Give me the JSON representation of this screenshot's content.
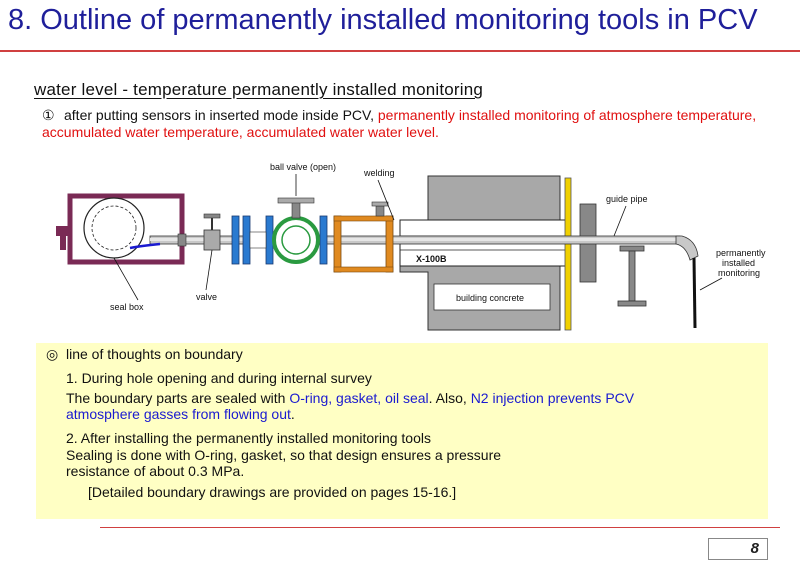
{
  "title": "8. Outline of permanently installed monitoring tools in PCV",
  "subtitle": "water level - temperature permanently installed monitoring",
  "intro": {
    "number": "①",
    "text": "after putting sensors in inserted mode inside PCV, ",
    "highlight": "permanently installed monitoring of atmosphere temperature, accumulated water temperature, accumulated water water level."
  },
  "diagram_labels": {
    "ball_valve": "ball valve (open)",
    "welding": "welding",
    "guide_pipe": "guide pipe",
    "penetration": "X-100B",
    "concrete": "building concrete",
    "seal_box": "seal box",
    "valve": "valve",
    "monitoring_1": "permanently",
    "monitoring_2": "installed",
    "monitoring_3": "monitoring"
  },
  "notes": {
    "bullet": "◎",
    "heading": "line of thoughts on boundary",
    "item1_title": "1. During hole opening and during internal survey",
    "item1_a": "The boundary parts are sealed with ",
    "item1_b": "O-ring, gasket, oil seal",
    "item1_c": ". Also, ",
    "item1_d": "N2 injection prevents PCV",
    "item1_e": "atmosphere gasses from flowing out",
    "item1_f": ".",
    "item2_title": "2. After installing the permanently installed monitoring tools",
    "item2_a": "Sealing is done with O-ring, gasket, so that design ensures a pressure",
    "item2_b": "resistance of about 0.3 MPa",
    "item2_c": ".",
    "reference": "[Detailed boundary drawings are provided on pages 15-16.]"
  },
  "page_number": "8",
  "colors": {
    "title": "#1f1f9a",
    "red_text": "#e01010",
    "blue_text": "#1a1ad0",
    "note_bg": "#ffffc4",
    "seal_box": "#7a2a55",
    "flange_blue": "#2a7ad0",
    "clamp_orange": "#e08a20",
    "support_yellow": "#f0d000"
  }
}
